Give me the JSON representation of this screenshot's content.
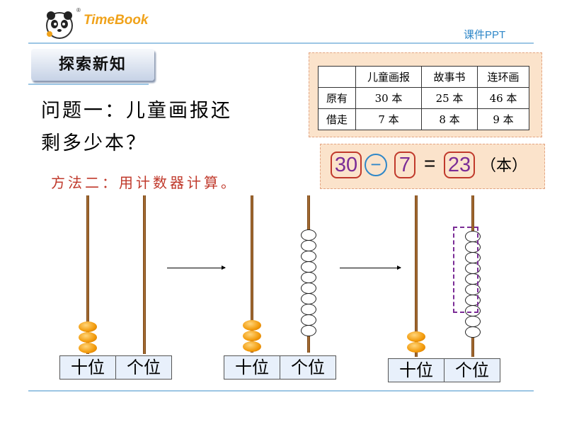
{
  "brand": {
    "logo_text": "TimeBook",
    "registered": "®",
    "right_label": "课件PPT"
  },
  "section_tab": "探索新知",
  "question": {
    "line1": "问题一：儿童画报还",
    "line2": "剩多少本？"
  },
  "method": "方法二：用计数器计算。",
  "table": {
    "headers": [
      "",
      "儿童画报",
      "故事书",
      "连环画"
    ],
    "rows": [
      {
        "label": "原有",
        "values": [
          "30 本",
          "25 本",
          "46 本"
        ]
      },
      {
        "label": "借走",
        "values": [
          "7 本",
          "8 本",
          "9 本"
        ]
      }
    ]
  },
  "equation": {
    "minuend": "30",
    "minus": "−",
    "subtrahend": "7",
    "equals": "=",
    "result": "23",
    "unit": "（本）"
  },
  "abacus": {
    "tens_label": "十位",
    "ones_label": "个位",
    "stages": [
      {
        "tens_beads": 3,
        "ones_beads": 0
      },
      {
        "tens_beads": 3,
        "ones_beads": 10
      },
      {
        "tens_beads": 2,
        "ones_beads": 10,
        "ones_removed_highlight": 7
      }
    ]
  },
  "colors": {
    "accent_orange": "#f29a0a",
    "accent_purple": "#7b2d96",
    "accent_red": "#c0392b",
    "brand_blue": "#2f87c8"
  }
}
